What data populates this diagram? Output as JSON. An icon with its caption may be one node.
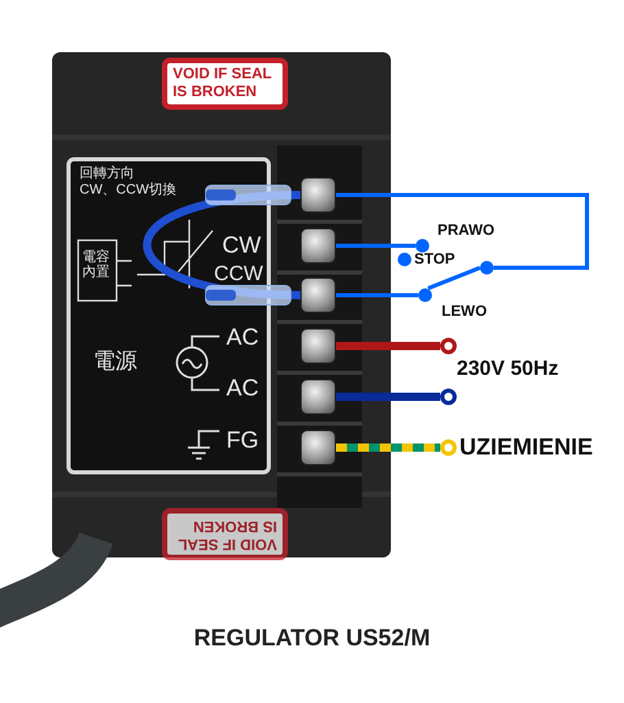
{
  "diagram": {
    "caption": "REGULATOR US52/M",
    "nodes": [
      {
        "text": [],
        "shape": "box"
      },
      {
        "text": [],
        "shape": "box"
      },
      {
        "text": [],
        "shape": "box"
      },
      {
        "text": [],
        "shape": "box"
      },
      {
        "text": [],
        "shape": "box"
      },
      {
        "text": [],
        "shape": "box"
      },
      {
        "text": [
          "PRAWO"
        ]
      },
      {
        "text": [
          "STOP"
        ]
      },
      {
        "text": [
          "LEWO"
        ]
      },
      {
        "text": [],
        "shape": "circle"
      },
      {
        "text": [],
        "shape": "circle"
      },
      {
        "text": [],
        "shape": "circle"
      },
      {
        "text": [
          "UZIEMIENIE"
        ]
      }
    ],
    "edges": [
      {
        "from": 0,
        "to": 2,
        "arrow": "none",
        "style": "thick",
        "color": "#1f4fd0"
      },
      {
        "from": 0,
        "to": 9,
        "arrow": "none"
      },
      {
        "from": 1,
        "to": 6,
        "arrow": "none"
      },
      {
        "from": 2,
        "to": 8,
        "arrow": "none"
      },
      {
        "from": 9,
        "to": 8,
        "arrow": "none"
      },
      {
        "from": 3,
        "to": 10,
        "arrow": "none",
        "style": "thick",
        "color": "#b01818"
      },
      {
        "from": 4,
        "to": 11,
        "arrow": "none",
        "style": "thick",
        "color": "#0a2a9a"
      },
      {
        "from": 5,
        "to": 12,
        "arrow": "none",
        "style": "dashed",
        "color": "#f5c400"
      }
    ],
    "labels": [
      "VOID IF SEAL IS BROKEN",
      "回轉方向",
      "CW、CCW切換",
      "CW",
      "電容內置",
      "CCW",
      "AC",
      "電源",
      "AC",
      "FG",
      "230V 50Hz",
      "VOID IF SEAL IS BROKEN"
    ]
  }
}
